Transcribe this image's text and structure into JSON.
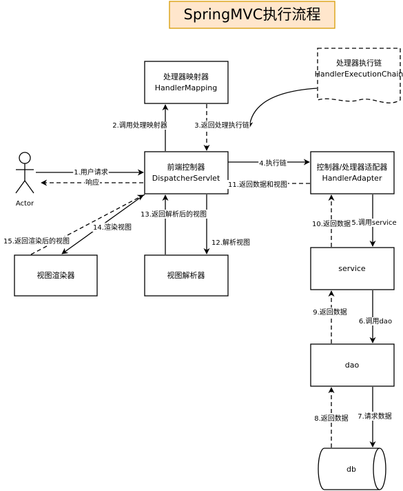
{
  "title": "SpringMVC执行流程",
  "colors": {
    "title_fill": "#ffe6cc",
    "title_stroke": "#d79b00",
    "stroke": "#000000"
  },
  "actor": {
    "label": "Actor"
  },
  "nodes": {
    "mapping": [
      "处理器映射器",
      "HandlerMapping"
    ],
    "chain": [
      "处理器执行链",
      "HandlerExecutionChain"
    ],
    "dispatcher": [
      "前端控制器",
      "DispatcherServlet"
    ],
    "adapter": [
      "控制器/处理器适配器",
      "HandlerAdapter"
    ],
    "view_renderer": [
      "视图渲染器"
    ],
    "view_resolver": [
      "视图解析器"
    ],
    "service": [
      "service"
    ],
    "dao": [
      "dao"
    ],
    "db": [
      "db"
    ]
  },
  "edges": {
    "e1": "1.用户请求",
    "e_resp": "响应",
    "e2": "2.调用处理映射器",
    "e3": "3.返回处理执行链",
    "e4": "4.执行链",
    "e11": "11.返回数据和视图",
    "e5": "5.调用service",
    "e10": "10.返回数据",
    "e6": "6.调用dao",
    "e9": "9.返回数据",
    "e7": "7.请求数据",
    "e8": "8.返回数据",
    "e12": "12.解析视图",
    "e13": "13.返回解析后的视图",
    "e14": "14.渲染视图",
    "e15": "15.返回渲染后的视图"
  }
}
